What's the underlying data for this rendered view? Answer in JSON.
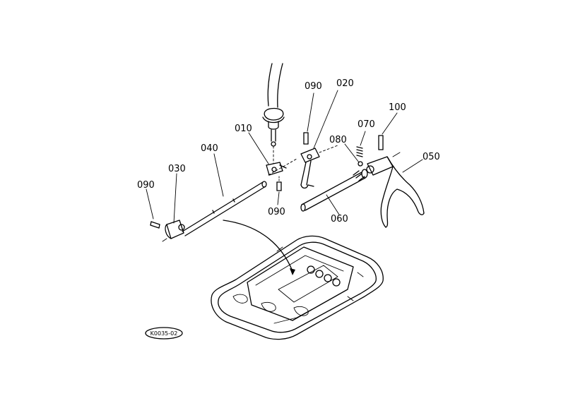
{
  "diagram": {
    "figure_id": "K0035-02",
    "callouts": [
      {
        "id": "c-090-a",
        "text": "090"
      },
      {
        "id": "c-020",
        "text": "020"
      },
      {
        "id": "c-100",
        "text": "100"
      },
      {
        "id": "c-010",
        "text": "010"
      },
      {
        "id": "c-070",
        "text": "070"
      },
      {
        "id": "c-080",
        "text": "080"
      },
      {
        "id": "c-040",
        "text": "040"
      },
      {
        "id": "c-050",
        "text": "050"
      },
      {
        "id": "c-030",
        "text": "030"
      },
      {
        "id": "c-090-b",
        "text": "090"
      },
      {
        "id": "c-090-c",
        "text": "090"
      },
      {
        "id": "c-060",
        "text": "060"
      }
    ]
  }
}
